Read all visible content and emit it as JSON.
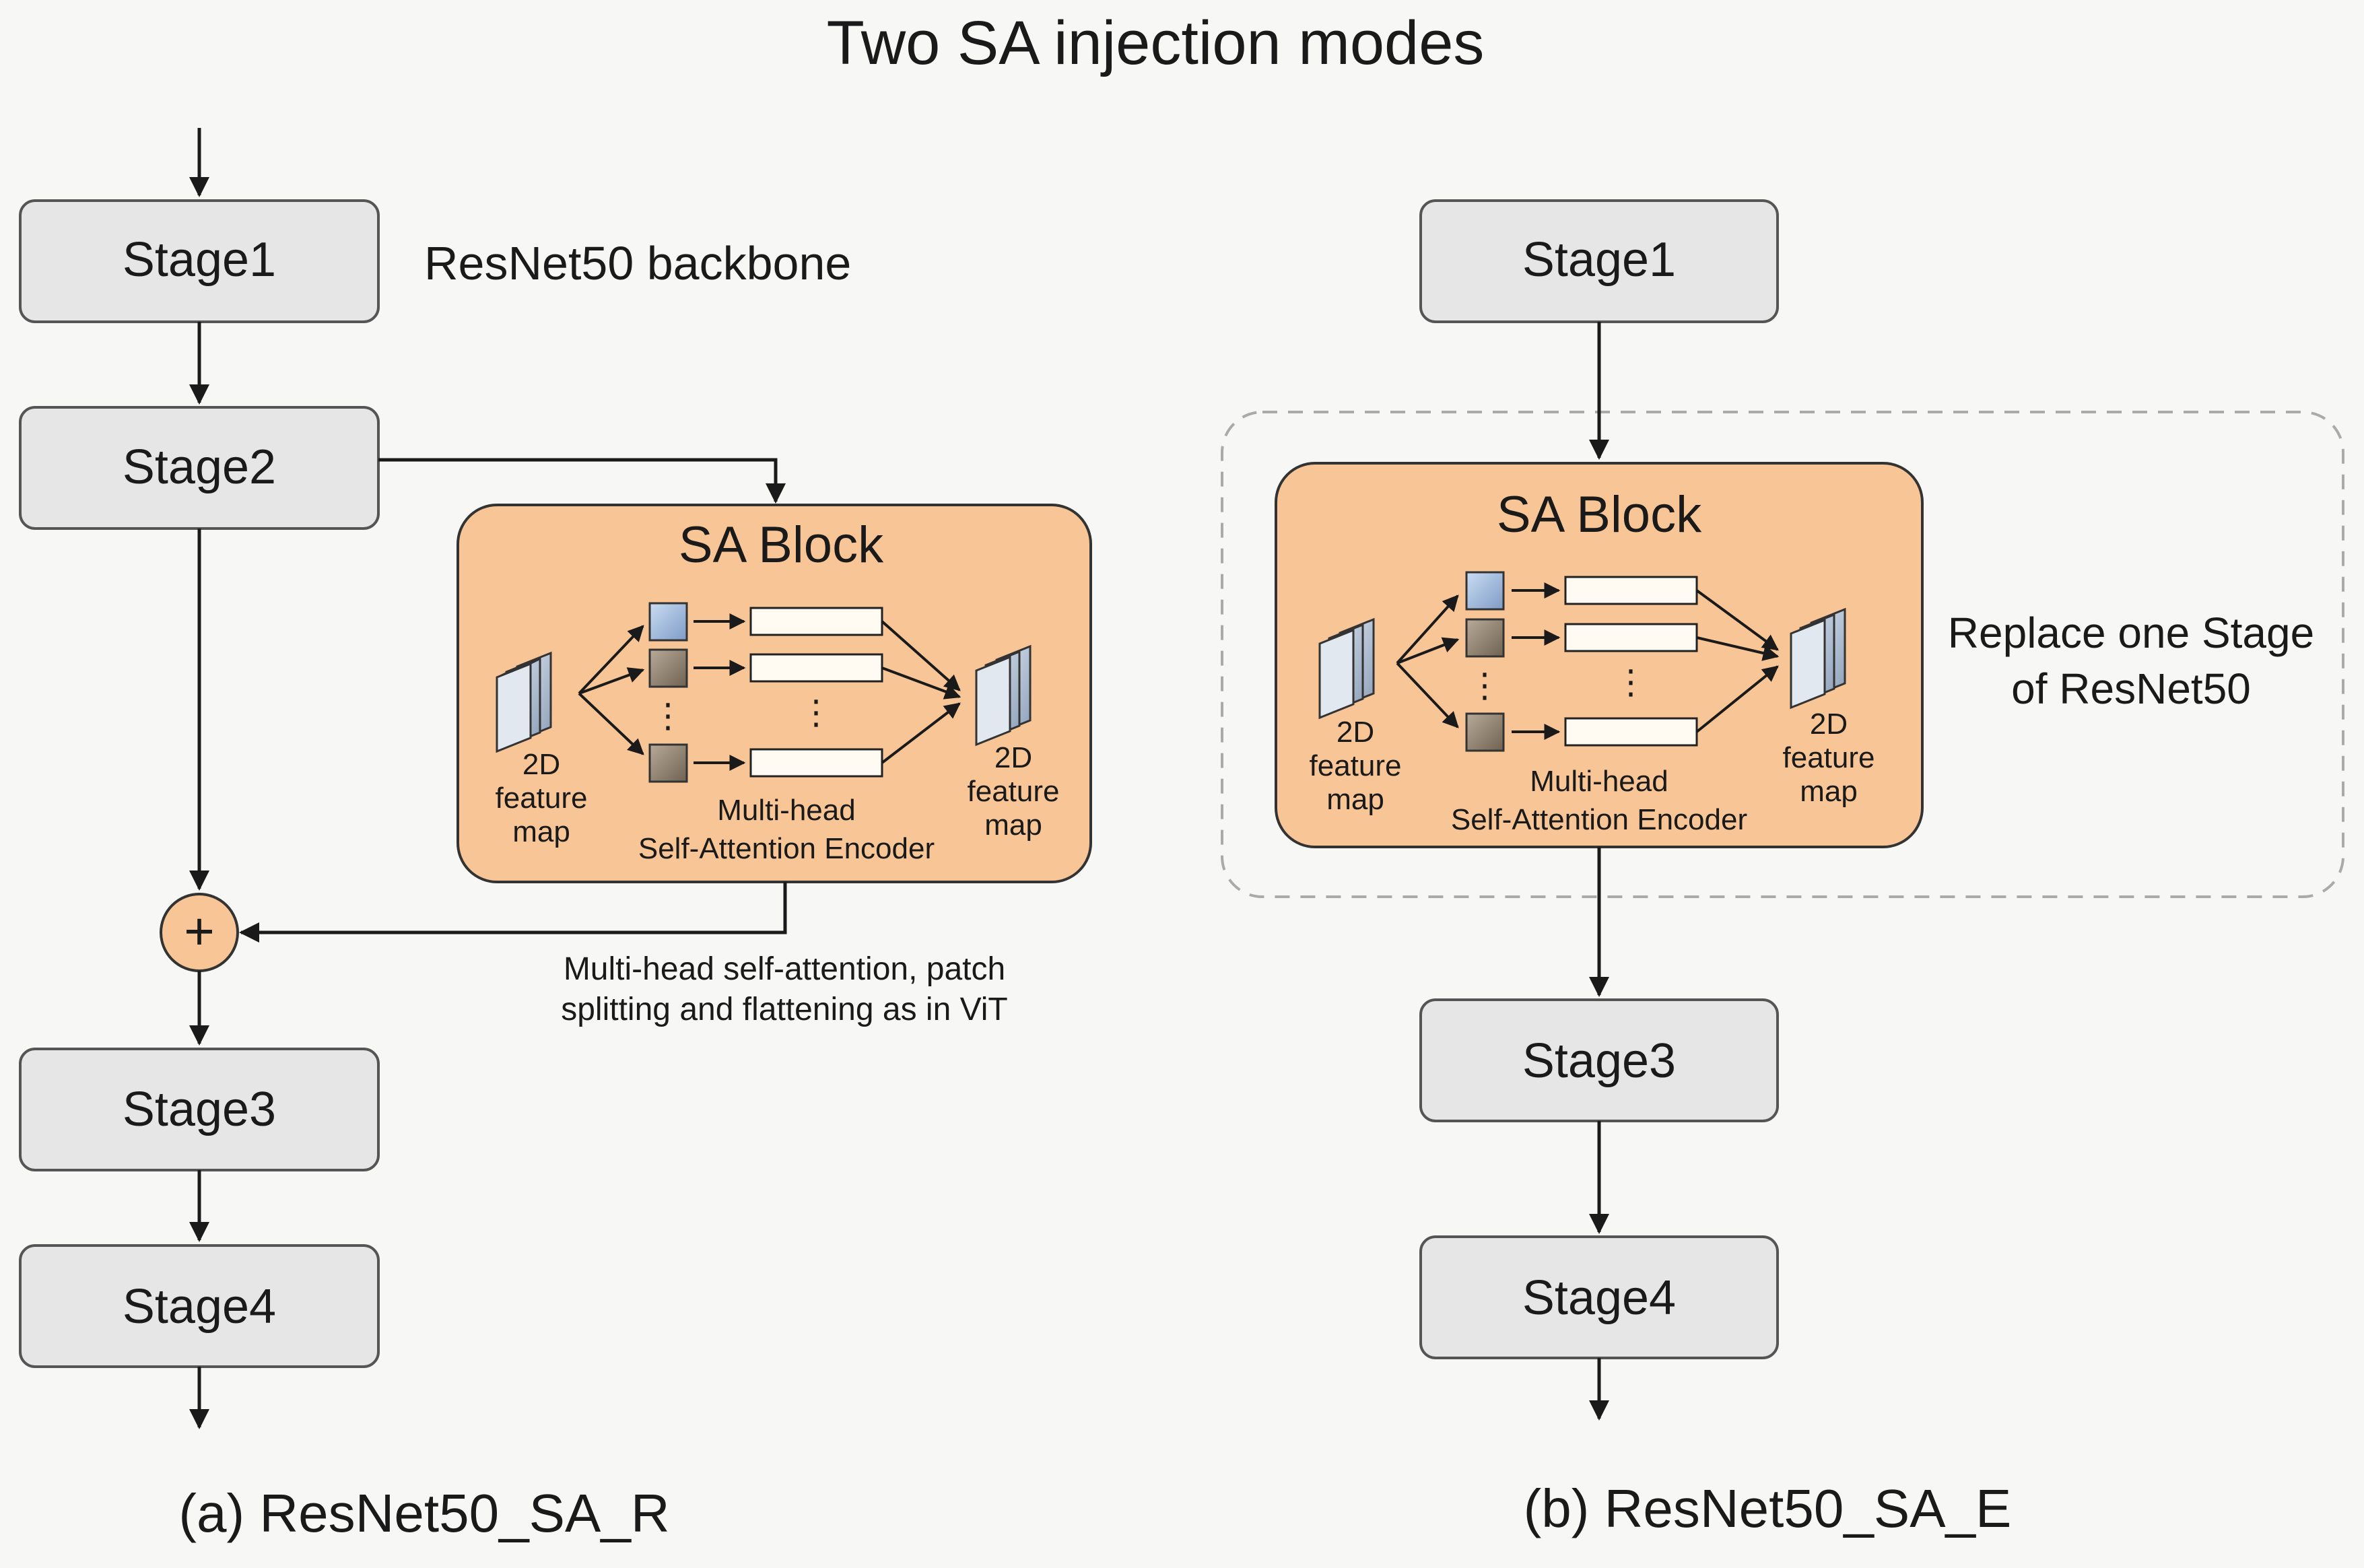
{
  "title": "Two SA injection modes",
  "colors": {
    "background": "#f7f7f5",
    "stage_fill": "#e6e6e6",
    "stage_border": "#555555",
    "sa_block_fill": "#f7c596",
    "sa_block_border": "#333333",
    "add_node_fill": "#f7c596",
    "dashed_border": "#aaaaaa"
  },
  "panel_a": {
    "caption": "(a) ResNet50_SA_R",
    "backbone_label": "ResNet50 backbone",
    "stages": [
      "Stage1",
      "Stage2",
      "Stage3",
      "Stage4"
    ],
    "add_symbol": "+",
    "sa_block": {
      "title": "SA Block",
      "input_label": [
        "2D",
        "feature",
        "map"
      ],
      "output_label": [
        "2D",
        "feature",
        "map"
      ],
      "encoder_label": [
        "Multi-head",
        "Self-Attention Encoder"
      ],
      "dots": "⋮"
    },
    "note": [
      "Multi-head self-attention, patch",
      "splitting and flattening as in ViT"
    ]
  },
  "panel_b": {
    "caption": "(b) ResNet50_SA_E",
    "stages": [
      "Stage1",
      "Stage3",
      "Stage4"
    ],
    "replace_label": [
      "Replace one Stage",
      "of ResNet50"
    ],
    "sa_block": {
      "title": "SA Block",
      "input_label": [
        "2D",
        "feature",
        "map"
      ],
      "output_label": [
        "2D",
        "feature",
        "map"
      ],
      "encoder_label": [
        "Multi-head",
        "Self-Attention Encoder"
      ],
      "dots": "⋮"
    }
  }
}
